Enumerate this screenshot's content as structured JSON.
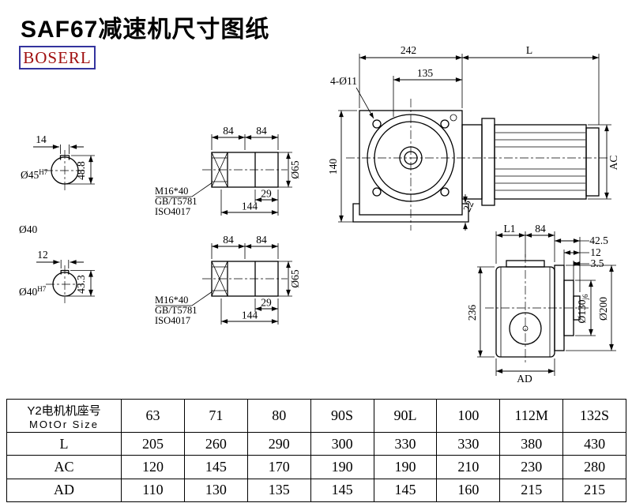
{
  "page": {
    "title": "SAF67减速机尺寸图纸",
    "logo_text": "BOSERL"
  },
  "left_views": {
    "top": {
      "width_dim": "14",
      "dia": "Ø45",
      "dia_tol": "H7",
      "height_dim": "48.8"
    },
    "mid_label": "Ø40",
    "bottom": {
      "width_dim": "12",
      "dia": "Ø40",
      "dia_tol": "H7",
      "height_dim": "43.3"
    }
  },
  "shaft_views": {
    "top": {
      "dim_left": "84",
      "dim_right": "84",
      "dim_key": "29",
      "dim_total": "144",
      "dia": "Ø65",
      "bolt_label": "M16*40",
      "std_gb": "GB/T5781",
      "std_iso": "ISO4017"
    },
    "bottom": {
      "dim_left": "84",
      "dim_right": "84",
      "dim_key": "29",
      "dim_total": "144",
      "dia": "Ø65",
      "bolt_label": "M16*40",
      "std_gb": "GB/T5781",
      "std_iso": "ISO4017"
    }
  },
  "front_view": {
    "dim_width": "242",
    "dim_motor_length": "L",
    "dim_flange": "135",
    "bolt_holes_label": "4-Ø11",
    "dim_height": "140",
    "dim_foot": "22",
    "dim_motor_dia": "AC"
  },
  "side_view": {
    "dim_l1": "L1",
    "dim_84": "84",
    "dim_42_5": "42.5",
    "dim_12": "12",
    "dim_3_5": "3.5",
    "dim_height": "236",
    "dia_inner": "Ø130",
    "dia_inner_tol": "j6",
    "dia_outer": "Ø200",
    "dim_ad": "AD"
  },
  "table": {
    "header_cn": "Y2电机机座号",
    "header_en": "MOtOr Size",
    "sizes": [
      "63",
      "71",
      "80",
      "90S",
      "90L",
      "100",
      "112M",
      "132S"
    ],
    "rows": [
      {
        "label": "L",
        "values": [
          "205",
          "260",
          "290",
          "300",
          "330",
          "330",
          "380",
          "430"
        ]
      },
      {
        "label": "AC",
        "values": [
          "120",
          "145",
          "170",
          "190",
          "190",
          "210",
          "230",
          "280"
        ]
      },
      {
        "label": "AD",
        "values": [
          "110",
          "130",
          "135",
          "145",
          "145",
          "160",
          "215",
          "215"
        ]
      }
    ]
  }
}
